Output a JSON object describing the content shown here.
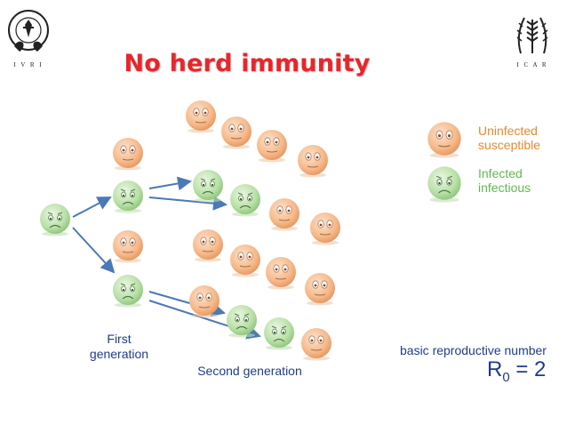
{
  "title": "No herd immunity",
  "logos": {
    "left_text": "I V R I",
    "right_text": "I C A R"
  },
  "legend": {
    "uninfected_line1": "Uninfected",
    "uninfected_line2": "susceptible",
    "infected_line1": "Infected",
    "infected_line2": "infectious"
  },
  "labels": {
    "first_line1": "First",
    "first_line2": "generation",
    "second": "Second generation"
  },
  "reproduction": {
    "caption": "basic reproductive number",
    "r_symbol": "R",
    "r_subscript": "0",
    "r_value": "= 2"
  },
  "colors": {
    "uninfected": "#f6b98a",
    "infected": "#b9e0a8",
    "arrow": "#4a79b5",
    "title": "#e8262b",
    "legend_uninfected_text": "#e58a2f",
    "legend_infected_text": "#5fb94f",
    "label_text": "#1f3c8c"
  }
}
